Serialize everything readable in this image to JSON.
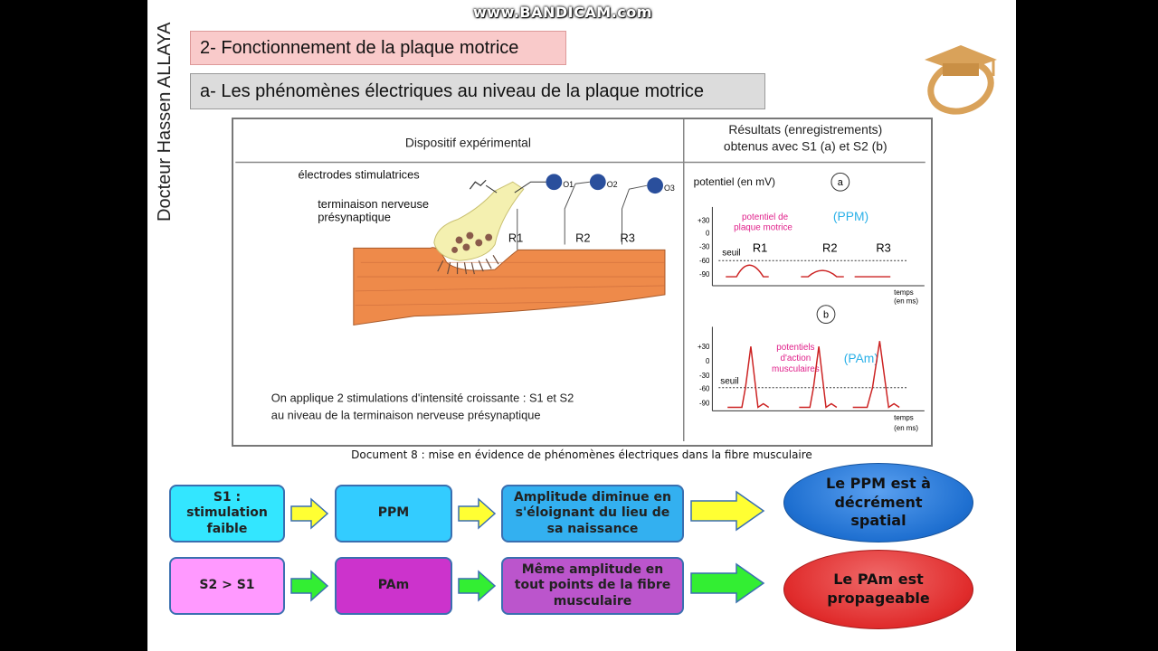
{
  "watermark": "www.BANDICAM.com",
  "author": "Docteur Hassen ALLAYA",
  "section_title": "2- Fonctionnement de la plaque motrice",
  "subsection_title": "a- Les phénomènes électriques au niveau de la plaque motrice",
  "figure": {
    "left_header": "Dispositif expérimental",
    "right_header_line1": "Résultats (enregistrements)",
    "right_header_line2": "obtenus avec S1 (a) et S2 (b)",
    "label_electrodes": "électrodes stimulatrices",
    "label_termination_1": "terminaison nerveuse",
    "label_termination_2": "présynaptique",
    "electrodes": [
      "O1",
      "O2",
      "O3"
    ],
    "recorders": [
      "R1",
      "R2",
      "R3"
    ],
    "description_1": "On applique 2 stimulations d'intensité croissante : S1 et S2",
    "description_2": "au niveau de la terminaison nerveuse présynaptique",
    "graph_a": {
      "marker": "a",
      "ylabel": "potentiel (en mV)",
      "yticks": [
        "+30",
        "0",
        "-30",
        "-60",
        "-90"
      ],
      "seuil": "seuil",
      "annot_1": "potentiel de",
      "annot_2": "plaque motrice",
      "tag": "(PPM)",
      "xlabel_1": "temps",
      "xlabel_2": "(en ms)",
      "recorders": [
        "R1",
        "R2",
        "R3"
      ]
    },
    "graph_b": {
      "marker": "b",
      "yticks": [
        "+30",
        "0",
        "-30",
        "-60",
        "-90"
      ],
      "seuil": "seuil",
      "annot_1": "potentiels",
      "annot_2": "d'action",
      "annot_3": "musculaires",
      "tag": "(PAm)",
      "xlabel_1": "temps",
      "xlabel_2": "(en ms)"
    }
  },
  "caption": "Document 8 : mise en évidence de phénomènes électriques dans la fibre musculaire",
  "row1": {
    "box1_l1": "S1 :",
    "box1_l2": "stimulation",
    "box1_l3": "faible",
    "box2": "PPM",
    "box3_l1": "Amplitude diminue en",
    "box3_l2": "s'éloignant du lieu de",
    "box3_l3": "sa  naissance",
    "result_l1": "Le PPM est à",
    "result_l2": "décrément",
    "result_l3": "spatial"
  },
  "row2": {
    "box1": "S2 > S1",
    "box2": "PAm",
    "box3_l1": "Même amplitude en",
    "box3_l2": "tout points de la fibre",
    "box3_l3": "musculaire",
    "result_l1": "Le PAm est",
    "result_l2": "propageable"
  },
  "colors": {
    "row1_box1": "#33e6ff",
    "row1_box2": "#33ccff",
    "row1_box3": "#33b0f0",
    "row1_result": "#1e6fd0",
    "row1_arrow": "#ffff33",
    "row2_box1": "#ff99ff",
    "row2_box2": "#cc33cc",
    "row2_box3": "#bb55cc",
    "row2_result": "#e02b2b",
    "row2_arrow": "#33ee33",
    "muscle": "#ee8a4a",
    "trace": "#cc2222"
  }
}
